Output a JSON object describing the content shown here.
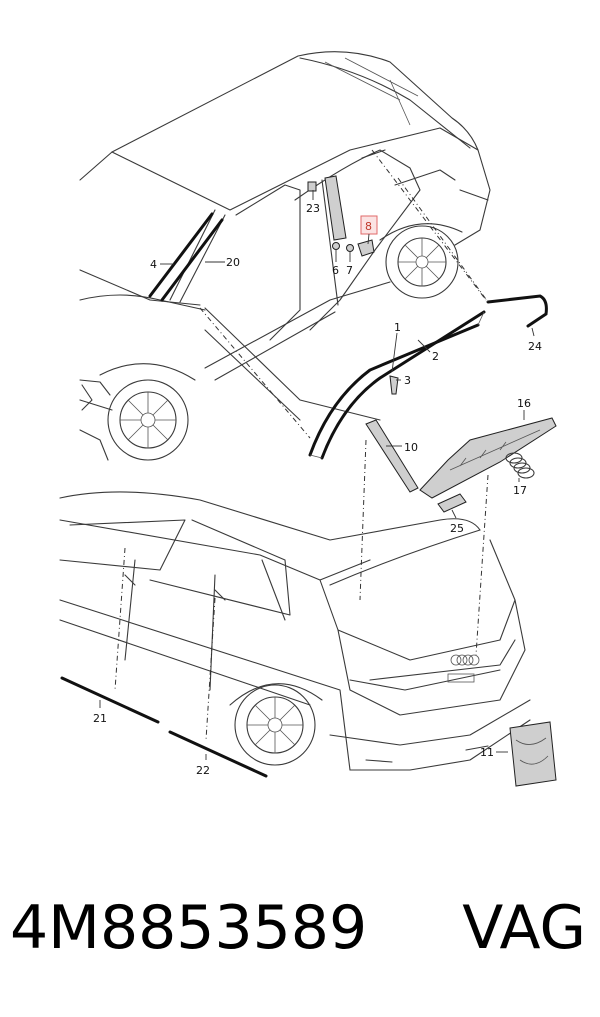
{
  "diagram": {
    "callouts": {
      "c1": "1",
      "c2": "2",
      "c3": "3",
      "c4": "4",
      "c6": "6",
      "c7": "7",
      "c8": "8",
      "c10": "10",
      "c11": "11",
      "c16": "16",
      "c17": "17",
      "c20": "20",
      "c21": "21",
      "c22": "22",
      "c23": "23",
      "c24": "24",
      "c25": "25"
    },
    "highlight_color": "#e06a6a",
    "highlighted_callout": "8"
  },
  "caption": {
    "part_number": "4M8853589",
    "brand": "VAG"
  }
}
